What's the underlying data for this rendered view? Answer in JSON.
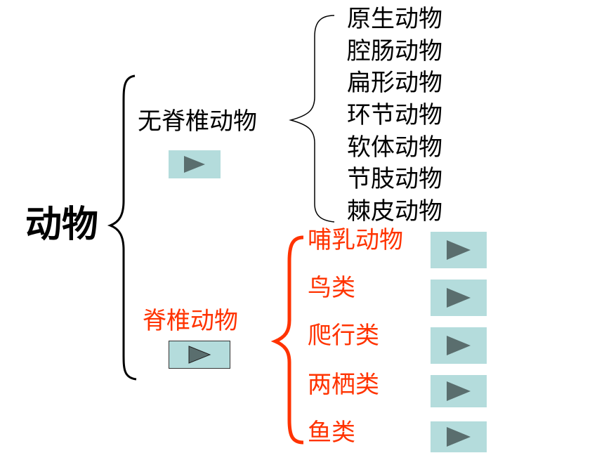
{
  "root": {
    "label": "动物"
  },
  "invertebrates": {
    "label": "无脊椎动物",
    "items": [
      "原生动物",
      "腔肠动物",
      "扁形动物",
      "环节动物",
      "软体动物",
      "节肢动物",
      "棘皮动物"
    ]
  },
  "vertebrates": {
    "label": "脊椎动物",
    "items": [
      "哺乳动物",
      "鸟类",
      "爬行类",
      "两栖类",
      "鱼类"
    ]
  },
  "colors": {
    "accent": "#ff3300",
    "button_fill": "#b4dcdc",
    "button_icon": "#5a6e6e"
  },
  "icons": {
    "play_button": "play-icon"
  }
}
